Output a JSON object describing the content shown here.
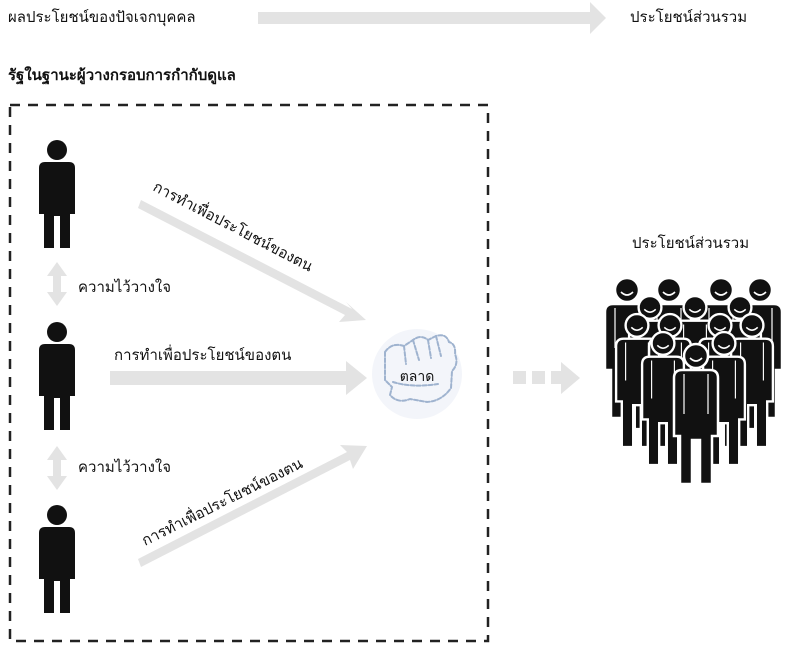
{
  "top_bar": {
    "left_text": "ผลประโยชน์ของปัจเจกบุคคล",
    "right_text": "ประโยชน์ส่วนรวม"
  },
  "state_title": "รัฐในฐานะผู้วางกรอบการกำกับดูแล",
  "trust_labels": [
    "ความไว้วางใจ",
    "ความไว้วางใจ"
  ],
  "self_interest_labels": [
    "การทำเพื่อประโยชน์ของตน",
    "การทำเพื่อประโยชน์ของตน",
    "การทำเพื่อประโยชน์ของตน"
  ],
  "market_label": "ตลาด",
  "public_benefit_label": "ประโยชน์ส่วนรวม",
  "colors": {
    "arrow_gray": "#e3e3e3",
    "figure_black": "#111111",
    "dashed_border": "#222222",
    "market_circle": "#f3f5fa",
    "market_hand_stroke": "#9fb3cf"
  },
  "icons": {
    "person": "person-icon",
    "crowd": "crowd-icon",
    "market": "handshake-icon"
  }
}
